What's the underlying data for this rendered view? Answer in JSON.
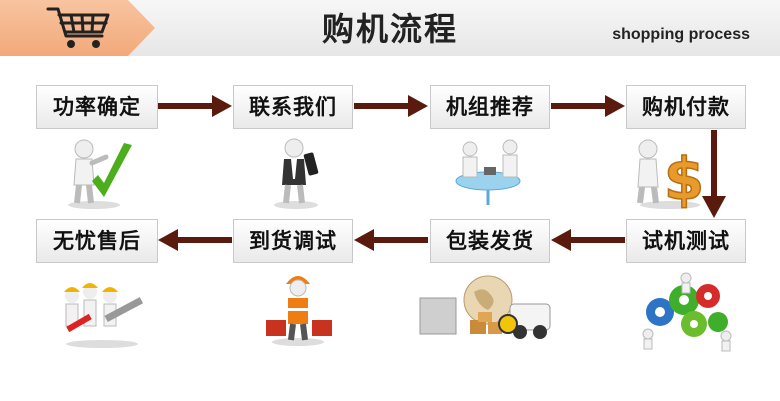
{
  "header": {
    "title": "购机流程",
    "subtitle": "shopping process",
    "tab_color": "#f2a97a",
    "cart_icon": "shopping-cart-icon"
  },
  "colors": {
    "arrow": "#5a1a0e",
    "box_border": "#c9c9c9"
  },
  "steps": [
    {
      "label": "功率确定",
      "icon": "checkmark-person-icon"
    },
    {
      "label": "联系我们",
      "icon": "phone-person-icon"
    },
    {
      "label": "机组推荐",
      "icon": "meeting-table-icon"
    },
    {
      "label": "购机付款",
      "icon": "dollar-person-icon"
    },
    {
      "label": "试机测试",
      "icon": "gears-team-icon"
    },
    {
      "label": "包装发货",
      "icon": "globe-trucks-icon"
    },
    {
      "label": "到货调试",
      "icon": "worker-toolbox-icon"
    },
    {
      "label": "无忧售后",
      "icon": "service-team-icon"
    }
  ]
}
